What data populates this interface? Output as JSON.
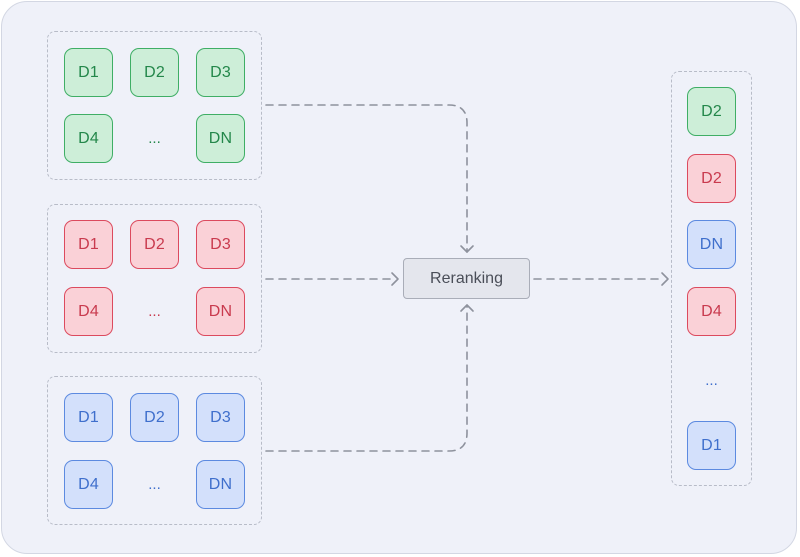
{
  "groups": [
    {
      "color": "green",
      "items": [
        "D1",
        "D2",
        "D3",
        "D4",
        "...",
        "DN"
      ]
    },
    {
      "color": "red",
      "items": [
        "D1",
        "D2",
        "D3",
        "D4",
        "...",
        "DN"
      ]
    },
    {
      "color": "blue",
      "items": [
        "D1",
        "D2",
        "D3",
        "D4",
        "...",
        "DN"
      ]
    }
  ],
  "reranking_label": "Reranking",
  "output": [
    {
      "label": "D2",
      "color": "green"
    },
    {
      "label": "D2",
      "color": "red"
    },
    {
      "label": "DN",
      "color": "blue"
    },
    {
      "label": "D4",
      "color": "red"
    },
    {
      "label": "...",
      "color": "blue"
    },
    {
      "label": "D1",
      "color": "blue"
    }
  ],
  "colors": {
    "background": "#eff1f9",
    "green_fill": "#cdeed8",
    "green_border": "#3fae65",
    "red_fill": "#fad1d7",
    "red_border": "#dc4a5e",
    "blue_fill": "#d3e0fb",
    "blue_border": "#5c8ae0",
    "connector": "#8e929d"
  }
}
